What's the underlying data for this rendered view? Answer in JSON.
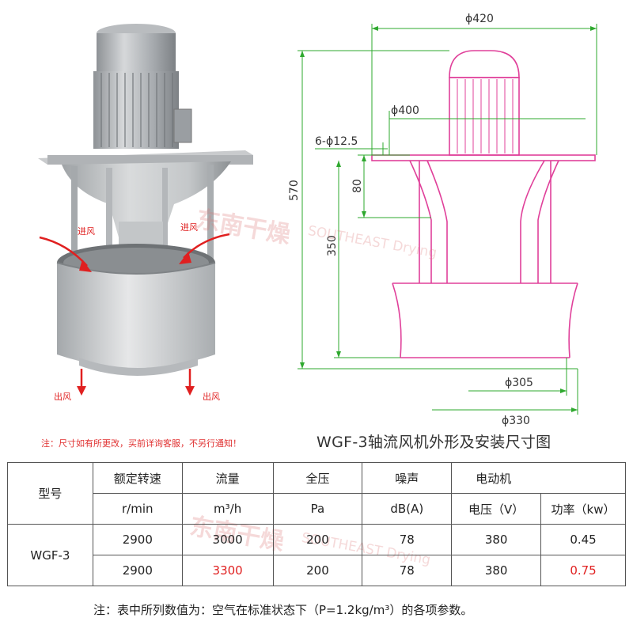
{
  "photo": {
    "label_in_left": "进风",
    "label_in_right": "进风",
    "label_out_left": "出风",
    "label_out_right": "出风"
  },
  "drawing": {
    "dim_420": "ϕ420",
    "dim_400": "ϕ400",
    "dim_holes": "6-ϕ12.5",
    "dim_80": "80",
    "dim_570": "570",
    "dim_350": "350",
    "dim_305": "ϕ305",
    "dim_330": "ϕ330"
  },
  "watermark": {
    "brand_cn": "东南干燥",
    "brand_en": "SOUTHEAST Drying"
  },
  "note": "注：尺寸如有所更改，买前详询客服，不另行通知！",
  "caption": "WGF-3轴流风机外形及安装尺寸图",
  "table": {
    "h_model": "型号",
    "h_speed": "额定转速",
    "h_flow": "流量",
    "h_pressure": "全压",
    "h_noise": "噪声",
    "h_motor": "电动机",
    "u_speed": "r/min",
    "u_flow": "m³/h",
    "u_pressure": "Pa",
    "u_noise": "dB(A)",
    "u_voltage": "电压（V）",
    "u_power": "功率（kw）",
    "model": "WGF-3",
    "rows": [
      {
        "speed": "2900",
        "flow": "3000",
        "pressure": "200",
        "noise": "78",
        "voltage": "380",
        "power": "0.45"
      },
      {
        "speed": "2900",
        "flow": "3300",
        "pressure": "200",
        "noise": "78",
        "voltage": "380",
        "power": "0.75"
      }
    ]
  },
  "footnote": "注：表中所列数值为：空气在标准状态下（P=1.2kg/m³）的各项参数。",
  "colors": {
    "outline": "#e0409a",
    "dimension": "#2ea82e",
    "arrow": "#e02020",
    "highlight": "#e02020"
  }
}
